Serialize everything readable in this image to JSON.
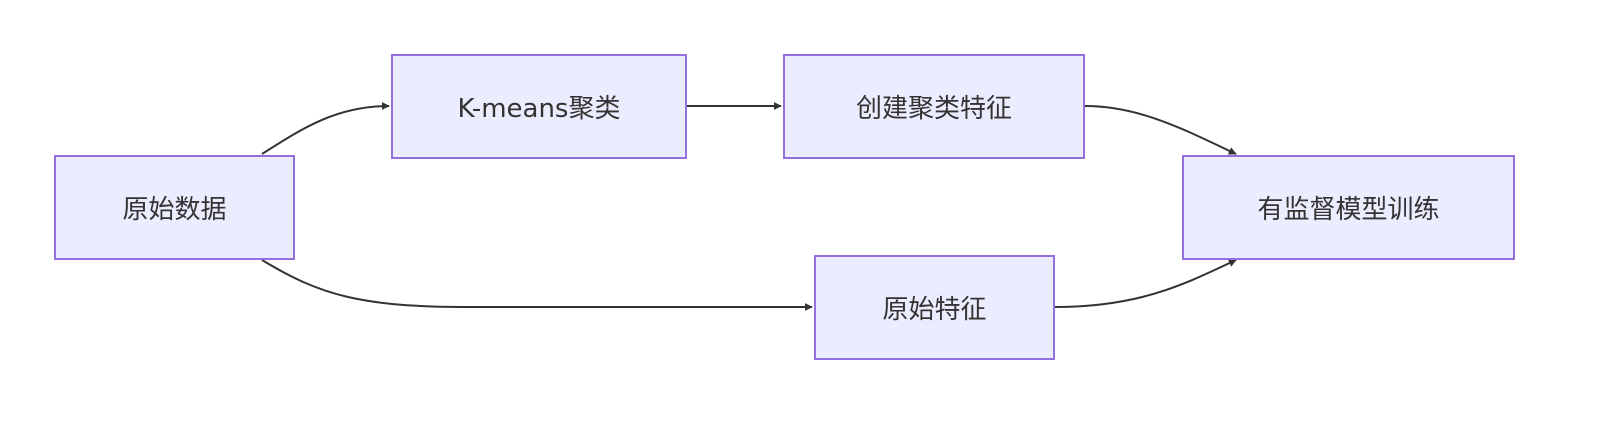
{
  "colors": {
    "node_fill": "#ECECFF",
    "node_border": "#9370DB",
    "edge": "#333333",
    "text": "#333333"
  },
  "nodes": {
    "raw_data": "原始数据",
    "kmeans": "K-means聚类",
    "cluster_features": "创建聚类特征",
    "raw_features": "原始特征",
    "supervised_training": "有监督模型训练"
  },
  "edges": [
    {
      "from": "raw_data",
      "to": "kmeans"
    },
    {
      "from": "kmeans",
      "to": "cluster_features"
    },
    {
      "from": "cluster_features",
      "to": "supervised_training"
    },
    {
      "from": "raw_data",
      "to": "raw_features"
    },
    {
      "from": "raw_features",
      "to": "supervised_training"
    }
  ]
}
